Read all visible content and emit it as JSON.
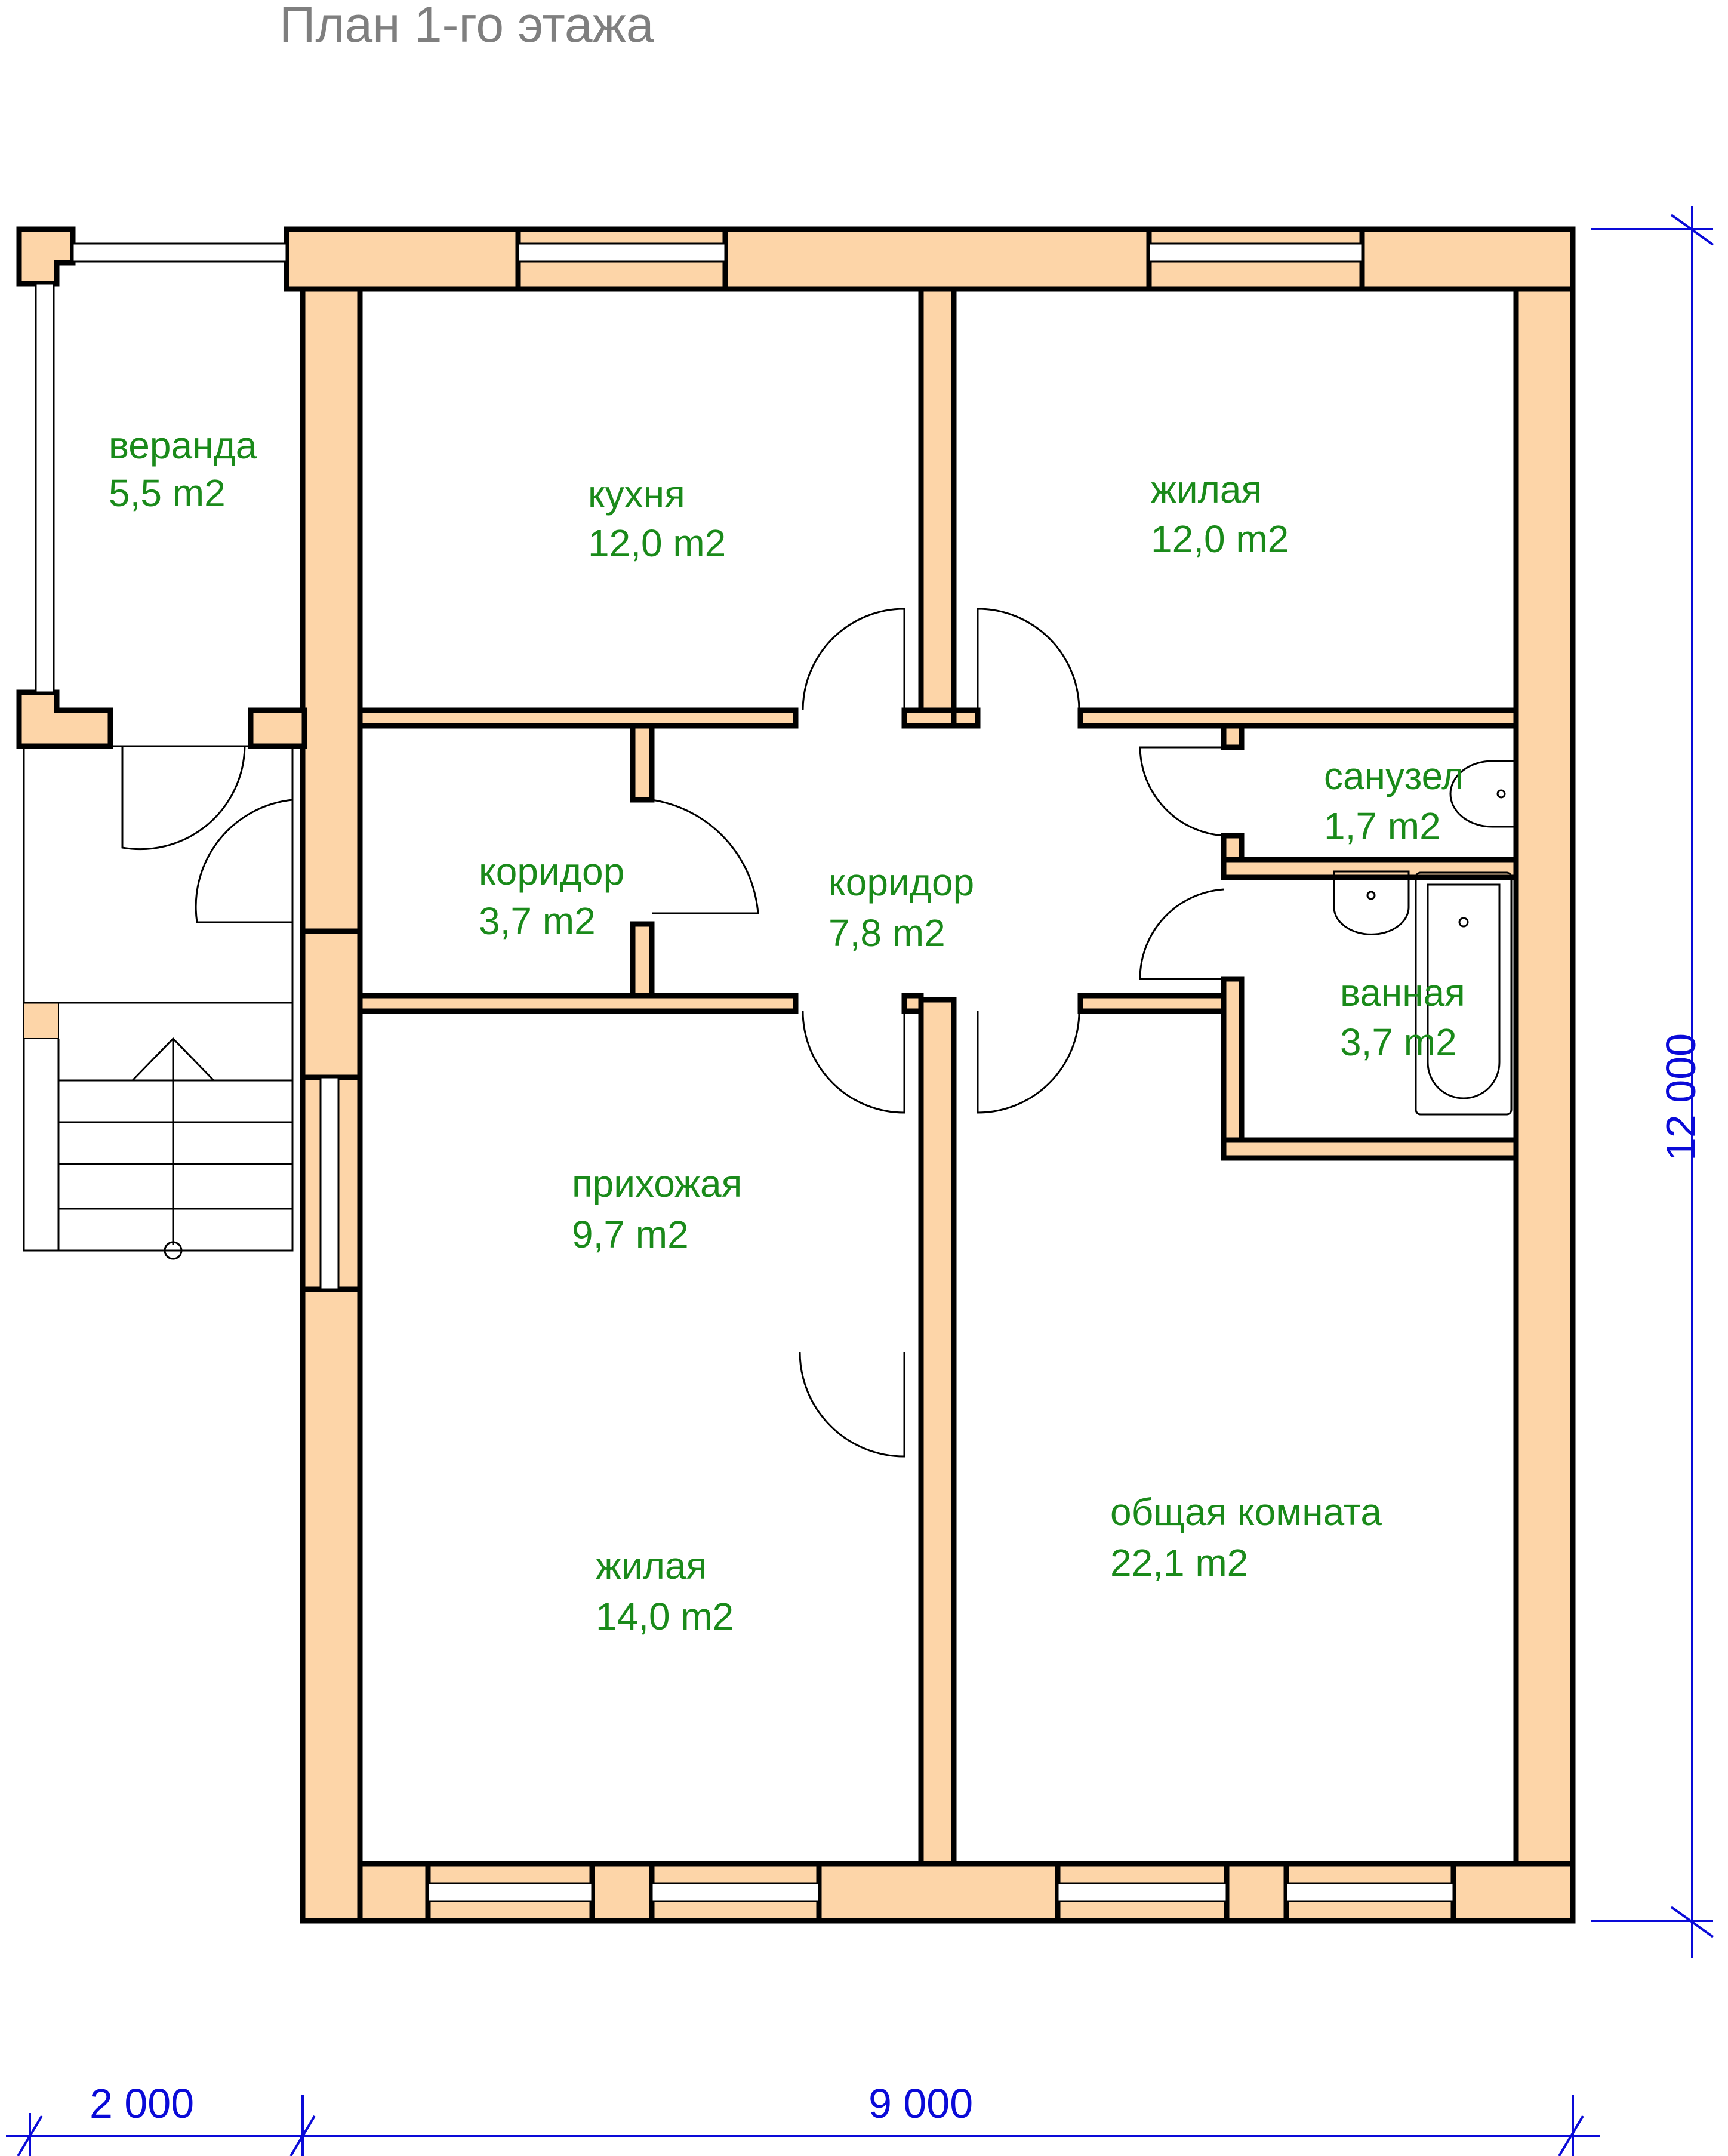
{
  "title": "План 1-го этажа",
  "colors": {
    "wall": "#fdd5a8",
    "room_label": "#1a8a1a",
    "dimension": "#0a0ad8",
    "title": "#7f7f7f"
  },
  "rooms": [
    {
      "name": "веранда",
      "area": "5,5 m2"
    },
    {
      "name": "кухня",
      "area": "12,0 m2"
    },
    {
      "name": "жилая",
      "area": "12,0 m2"
    },
    {
      "name": "санузел",
      "area": "1,7 m2"
    },
    {
      "name": "коридор",
      "area": "3,7 m2"
    },
    {
      "name": "коридор",
      "area": "7,8 m2"
    },
    {
      "name": "ванная",
      "area": "3,7 m2"
    },
    {
      "name": "прихожая",
      "area": "9,7 m2"
    },
    {
      "name": "общая комната",
      "area": "22,1 m2"
    },
    {
      "name": "жилая",
      "area": "14,0 m2"
    }
  ],
  "dimensions": {
    "bottom_left": "2 000",
    "bottom_main": "9 000",
    "right": "12 000"
  }
}
